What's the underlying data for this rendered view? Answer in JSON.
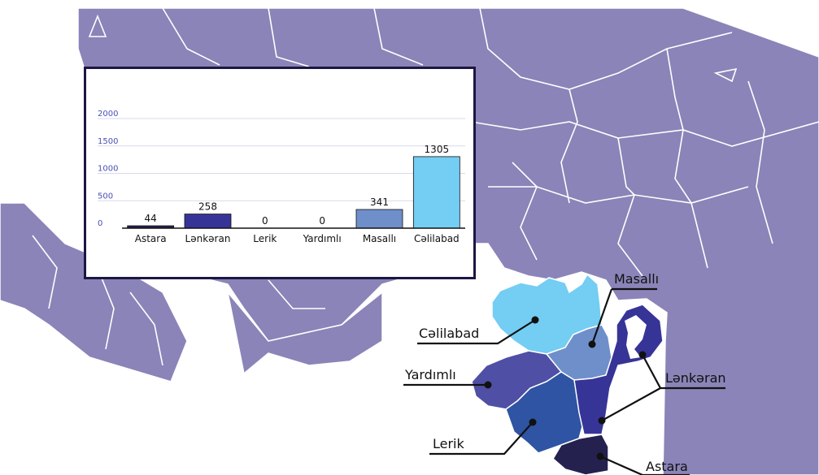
{
  "map": {
    "labels": {
      "celilabad": "Cəlilabad",
      "yardimli": "Yardımlı",
      "lerik": "Lerik",
      "masalli": "Masallı",
      "lenkeran": "Lənkəran",
      "astara": "Astara"
    },
    "colors": {
      "land": "#8a84b8",
      "border": "#ffffff",
      "celilabad": "#74cdf2",
      "masalli": "#6f8fca",
      "yardimli": "#4f4fa6",
      "lerik": "#2e54a3",
      "lenkeran": "#373497",
      "astara": "#25214f"
    }
  },
  "chart_data": {
    "type": "bar",
    "categories": [
      "Astara",
      "Lənkəran",
      "Lerik",
      "Yardımlı",
      "Masallı",
      "Cəlilabad"
    ],
    "values": [
      44,
      258,
      0,
      0,
      341,
      1305
    ],
    "value_labels": [
      "44",
      "258",
      "0",
      "0",
      "341",
      "1305"
    ],
    "colors": [
      "#25214f",
      "#373497",
      "#2e54a3",
      "#4f4fa6",
      "#6f8fca",
      "#74cdf2"
    ],
    "yticks": [
      0,
      500,
      1000,
      1500,
      2000
    ],
    "ytick_labels": [
      "0",
      "500",
      "1000",
      "1500",
      "2000"
    ],
    "ylim": [
      0,
      2000
    ],
    "grid": true,
    "title": "",
    "xlabel": "",
    "ylabel": ""
  }
}
